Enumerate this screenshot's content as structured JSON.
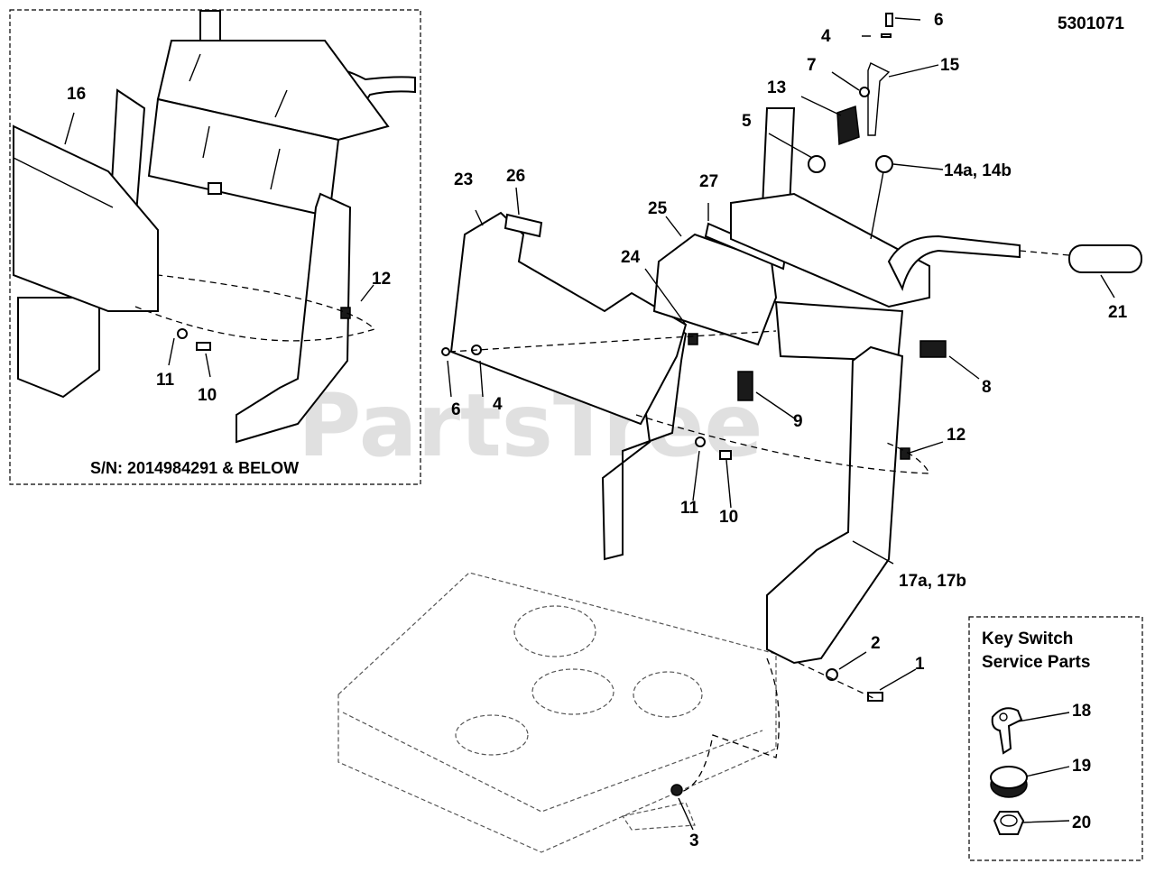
{
  "document_number": "5301071",
  "watermark": "PartsTree",
  "inset": {
    "serial_note": "S/N: 2014984291 & BELOW",
    "callouts": [
      "16",
      "12",
      "11",
      "10"
    ]
  },
  "key_switch_box": {
    "title_line1": "Key Switch",
    "title_line2": "Service Parts",
    "callouts": [
      "18",
      "19",
      "20"
    ]
  },
  "callouts": [
    "6",
    "4",
    "7",
    "15",
    "13",
    "5",
    "14a, 14b",
    "23",
    "26",
    "27",
    "25",
    "24",
    "21",
    "8",
    "6",
    "4",
    "9",
    "12",
    "11",
    "10",
    "17a, 17b",
    "2",
    "1",
    "3"
  ]
}
